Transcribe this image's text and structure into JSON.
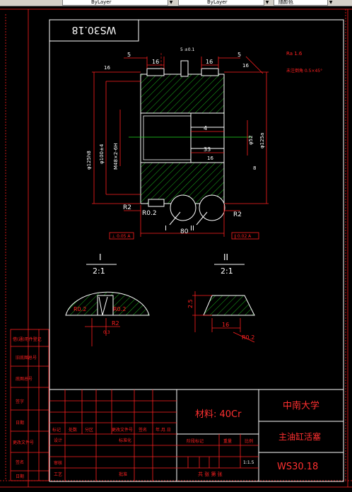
{
  "toolbar": {
    "layer_combo_1": "ByLayer",
    "layer_combo_2": "ByLayer",
    "layer_combo_3": "随颜色",
    "dropdown_glyph": "▼"
  },
  "drawing": {
    "mirror_code": "WS30.18",
    "dims": {
      "d5_left": "5",
      "d5_right": "5",
      "d16_a": "16",
      "d16_b": "16",
      "d16_c": "16",
      "d16_side_left": "16",
      "d16_side_right": "16",
      "d_width": "5 ±0.1",
      "d125": "φ125h8",
      "d100": "φ100±4",
      "thread": "M48×2-6H",
      "d4": "4",
      "d33": "33",
      "d16_inner": "16",
      "d52": "φ52",
      "d125a": "φ125a",
      "d80": "80",
      "r2_left": "R2",
      "r2_right": "R2",
      "r02": "R0.2",
      "label_I": "I",
      "label_II": "II",
      "tol_left": "⊥ 0.05 A",
      "tol_right": "∥ 0.02 A",
      "ra_note": "Ra 1.6",
      "chamfer_note": "未注倒角 0.5×45°",
      "side_8": "8"
    },
    "detail_I": {
      "label": "I",
      "scale": "2:1",
      "r02_left": "R0.2",
      "r02_right": "R0.2",
      "r2": "R2",
      "tol": "0.3"
    },
    "detail_II": {
      "label": "II",
      "scale": "2:1",
      "dim_25": "2.5",
      "dim_16": "16",
      "r02": "R0.2"
    }
  },
  "side_labels": [
    "借(通)用件登记",
    "旧底图总号",
    "底图总号",
    "签字",
    "日期",
    "更改文件号",
    "签名",
    "日期"
  ],
  "title_block": {
    "material": "材料: 40Cr",
    "university": "中南大学",
    "part_name": "主油缸活塞",
    "drawing_no": "WS30.18",
    "headers": [
      "标记",
      "处数",
      "分区",
      "更改文件号",
      "签名",
      "年.月.日"
    ],
    "row_design": [
      "设计",
      "标准化"
    ],
    "row_review": [
      "审核",
      "工艺",
      "批准"
    ],
    "stage": "阶段标记",
    "weight": "重量",
    "scale_label": "比例",
    "scale_value": "1:1.5",
    "sheet": "共 张 第 张"
  }
}
